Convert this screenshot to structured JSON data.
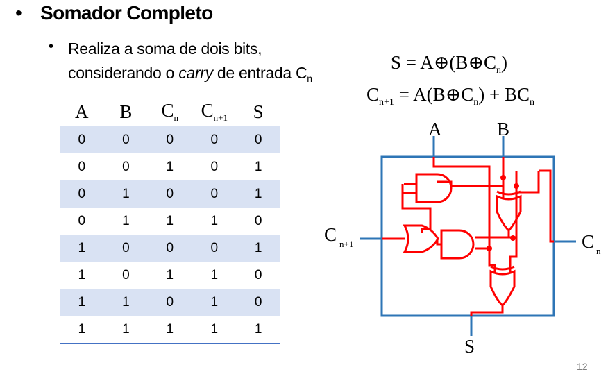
{
  "slide": {
    "title": "Somador Completo",
    "bullet_line1": "Realiza a soma de dois bits,",
    "bullet_line2_pre": "considerando o ",
    "bullet_line2_italic": "carry",
    "bullet_line2_post": " de entrada C",
    "bullet_line2_sub": "n",
    "page_number": "12"
  },
  "equations": {
    "eq1": {
      "lhs": "S",
      "rhs_main": "= A⊕(B⊕C",
      "rhs_sub": "n",
      "rhs_end": ")"
    },
    "eq2": {
      "lhs": "C",
      "lhs_sub": "n+1",
      "rhs_main": "= A(B⊕C",
      "rhs_sub": "n",
      "rhs_mid": ") + BC",
      "rhs_sub2": "n"
    }
  },
  "truth_table": {
    "headers": [
      {
        "text": "A",
        "sub": ""
      },
      {
        "text": "B",
        "sub": ""
      },
      {
        "text": "C",
        "sub": "n"
      },
      {
        "text": "C",
        "sub": "n+1"
      },
      {
        "text": "S",
        "sub": ""
      }
    ],
    "rows": [
      [
        "0",
        "0",
        "0",
        "0",
        "0"
      ],
      [
        "0",
        "0",
        "1",
        "0",
        "1"
      ],
      [
        "0",
        "1",
        "0",
        "0",
        "1"
      ],
      [
        "0",
        "1",
        "1",
        "1",
        "0"
      ],
      [
        "1",
        "0",
        "0",
        "0",
        "1"
      ],
      [
        "1",
        "0",
        "1",
        "1",
        "0"
      ],
      [
        "1",
        "1",
        "0",
        "1",
        "0"
      ],
      [
        "1",
        "1",
        "1",
        "1",
        "1"
      ]
    ]
  },
  "circuit": {
    "labels": {
      "a": "A",
      "b": "B",
      "cout": "C",
      "cout_sub": "n+1",
      "cin": "C",
      "cin_sub": "n",
      "s": "S"
    },
    "colors": {
      "circuit": "#ff0000",
      "box": "#2e75b6",
      "table_alt_row": "#d9e2f3",
      "table_rule": "#4472c4"
    }
  }
}
